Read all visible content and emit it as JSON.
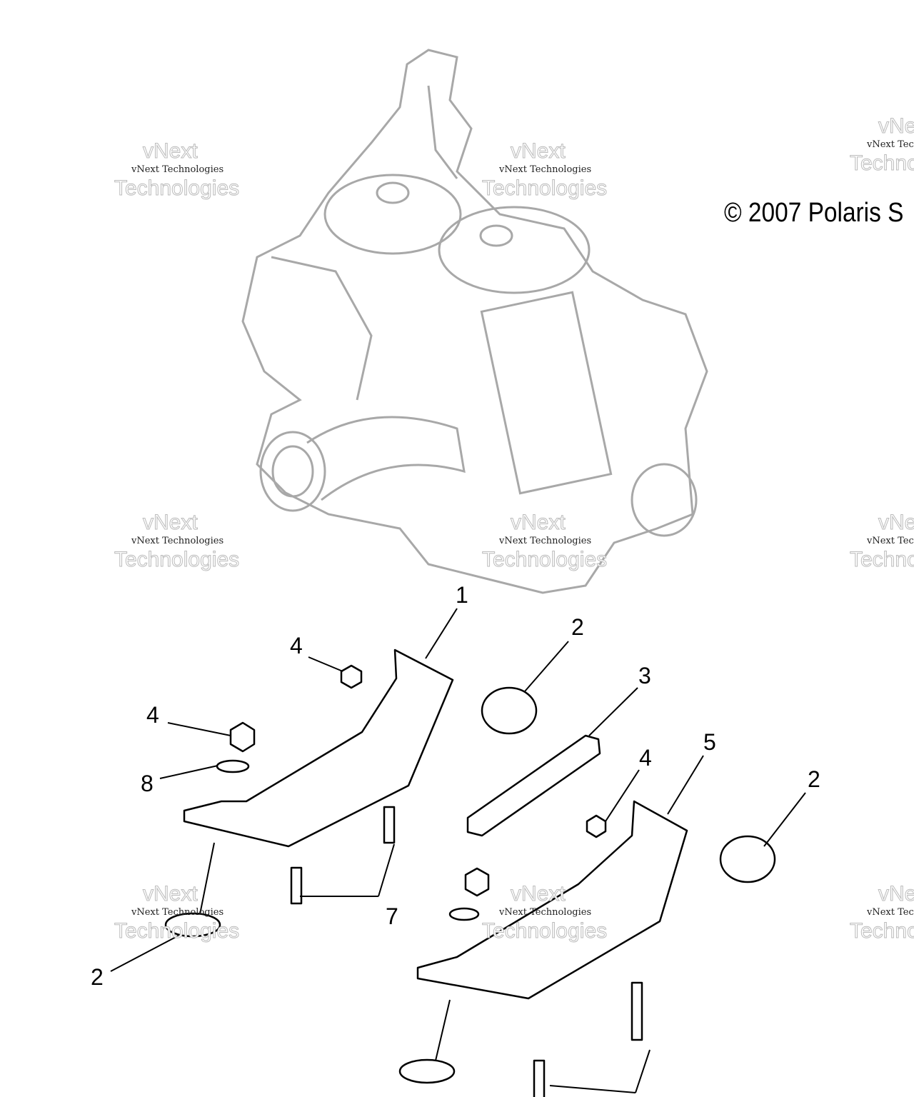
{
  "copyright": "© 2007 Polaris S",
  "watermark": {
    "line1": "vNext Technologies",
    "line2": "vNext",
    "line3": "Technologies"
  },
  "callouts": [
    "1",
    "2",
    "3",
    "4",
    "4",
    "8",
    "4",
    "5",
    "2",
    "7",
    "2"
  ],
  "colors": {
    "engine": "#a8a8a8",
    "parts": "#000000"
  }
}
